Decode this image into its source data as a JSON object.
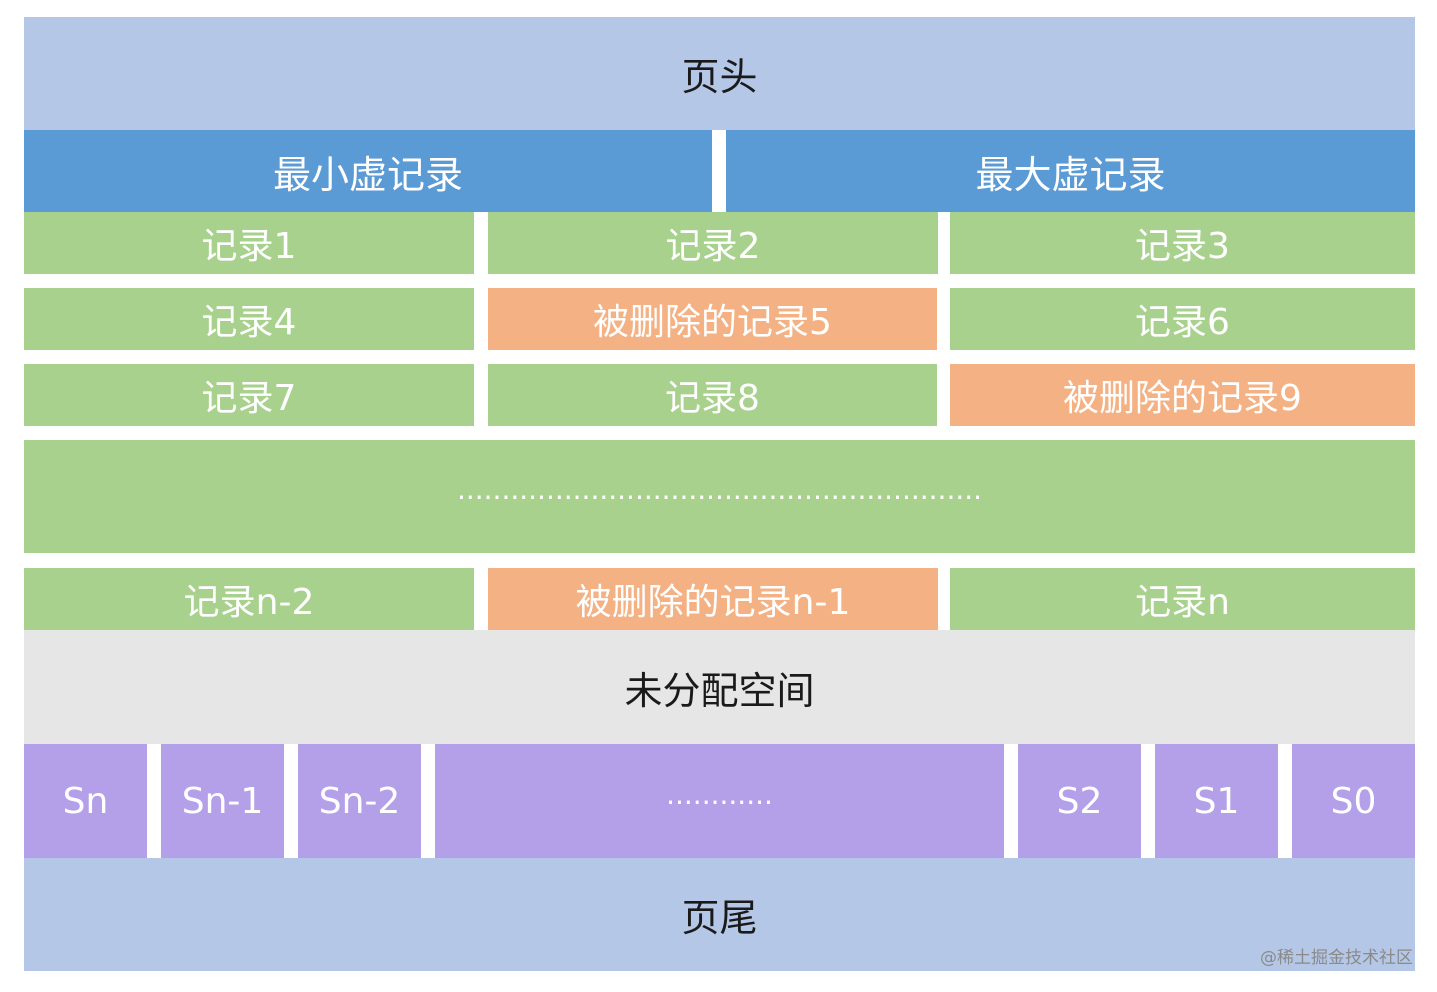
{
  "page_header": {
    "label": "页头"
  },
  "infimum": {
    "label": "最小虚记录"
  },
  "supremum": {
    "label": "最大虚记录"
  },
  "records": [
    {
      "label": "记录1",
      "deleted": false
    },
    {
      "label": "记录2",
      "deleted": false
    },
    {
      "label": "记录3",
      "deleted": false
    },
    {
      "label": "记录4",
      "deleted": false
    },
    {
      "label": "被删除的记录5",
      "deleted": true
    },
    {
      "label": "记录6",
      "deleted": false
    },
    {
      "label": "记录7",
      "deleted": false
    },
    {
      "label": "记录8",
      "deleted": false
    },
    {
      "label": "被删除的记录9",
      "deleted": true
    }
  ],
  "records_ellipsis": {
    "label": "..........................................................."
  },
  "tail_records": [
    {
      "label": "记录n-2",
      "deleted": false
    },
    {
      "label": "被删除的记录n-1",
      "deleted": true
    },
    {
      "label": "记录n",
      "deleted": false
    }
  ],
  "free_space": {
    "label": "未分配空间"
  },
  "slots": [
    {
      "label": "Sn"
    },
    {
      "label": "Sn-1"
    },
    {
      "label": "Sn-2"
    },
    {
      "label": "............"
    },
    {
      "label": "S2"
    },
    {
      "label": "S1"
    },
    {
      "label": "S0"
    }
  ],
  "page_trailer": {
    "label": "页尾"
  },
  "watermark": {
    "label": "@稀土掘金技术社区"
  },
  "colors": {
    "header": "#b4c7e7",
    "virtual_record": "#5b9bd5",
    "record": "#a9d18e",
    "deleted_record": "#f4b183",
    "free_space": "#e6e6e6",
    "slot": "#b4a0e8"
  }
}
